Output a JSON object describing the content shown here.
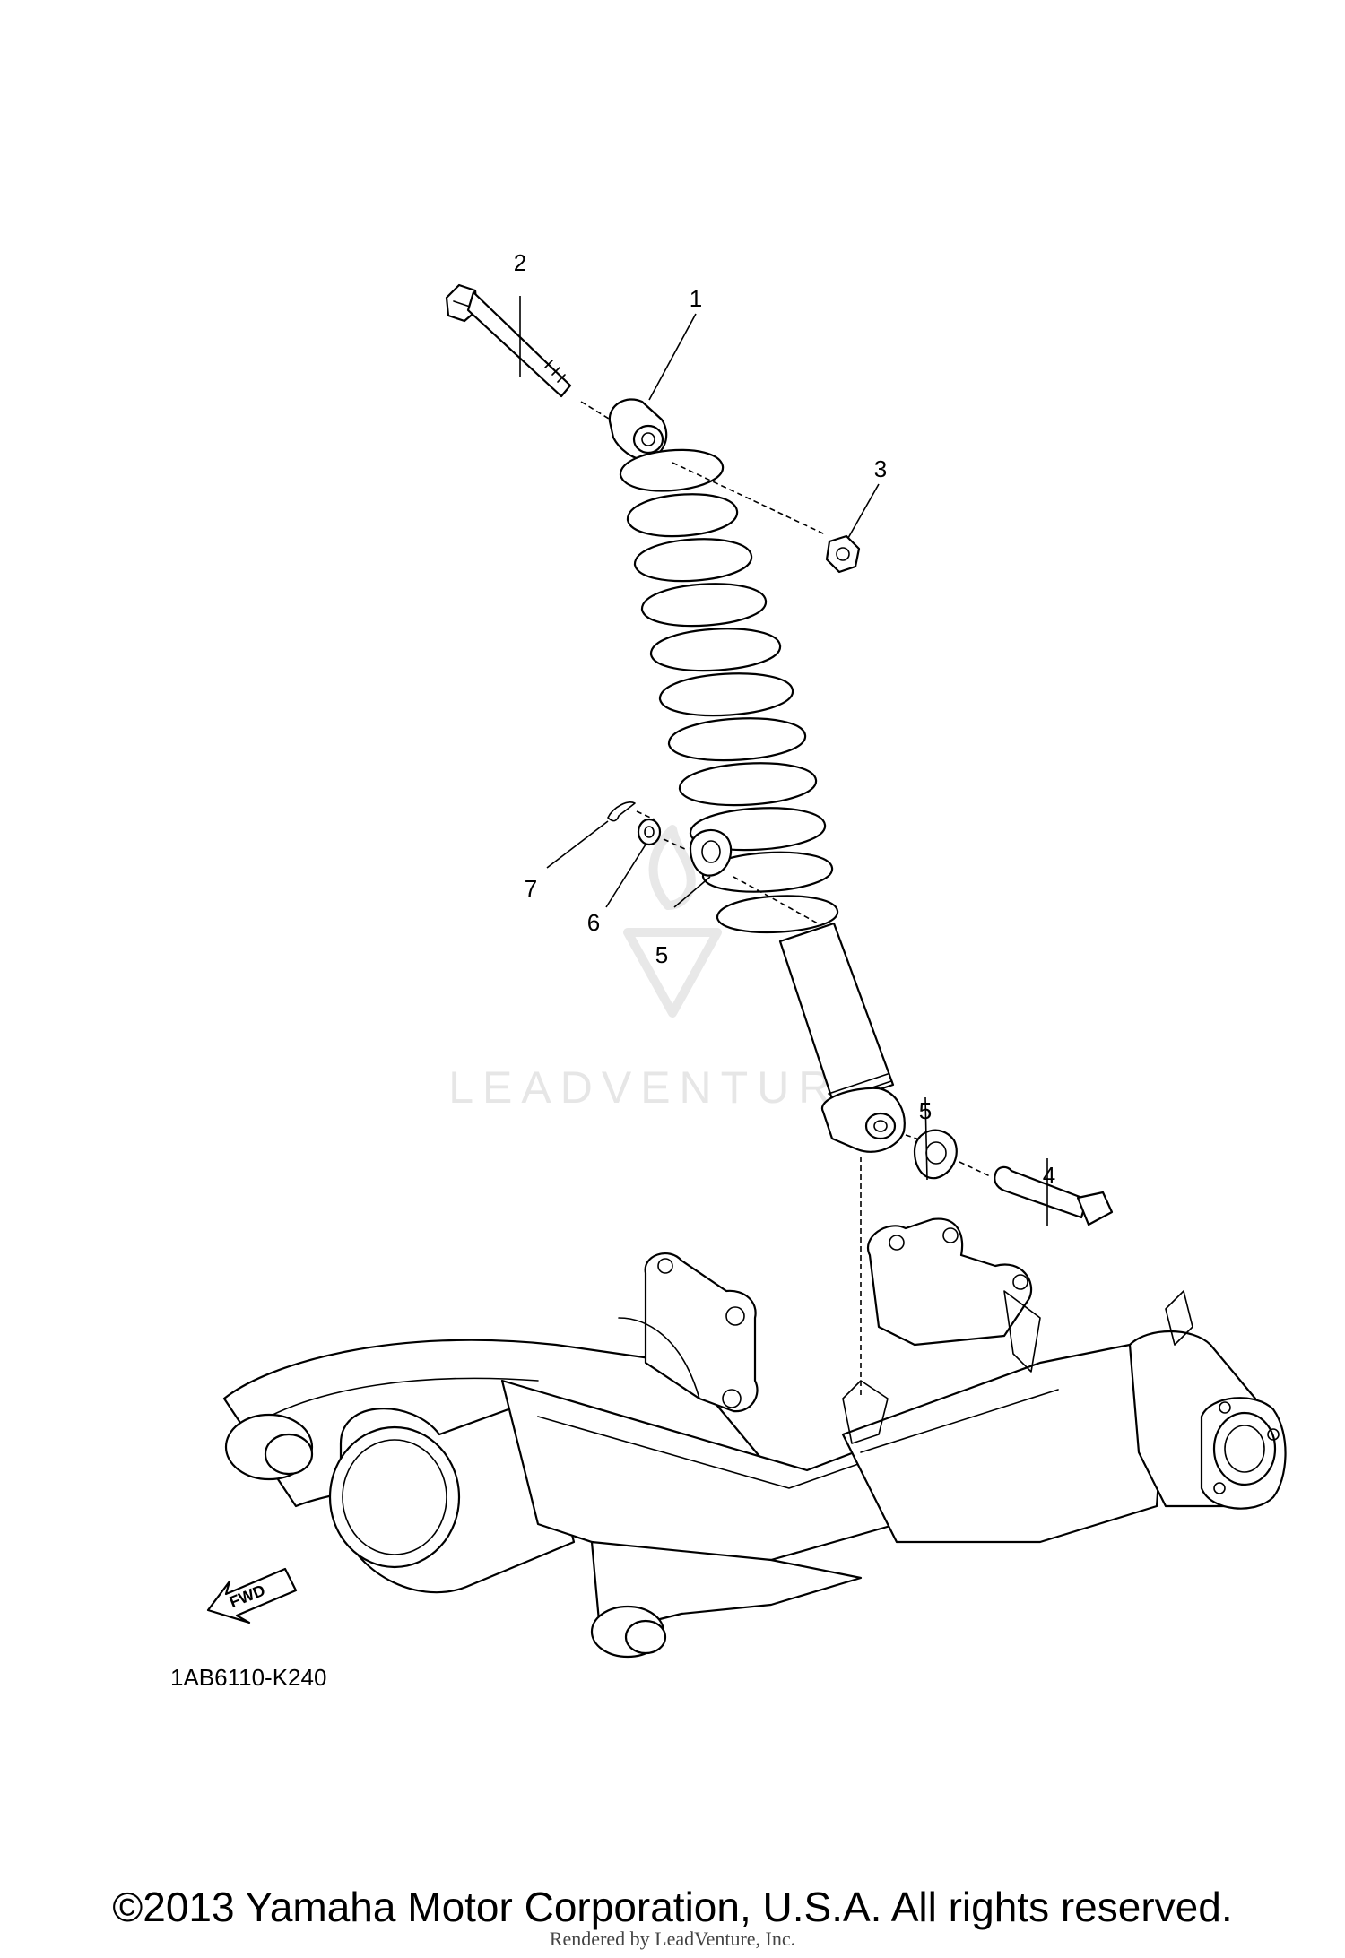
{
  "callouts": {
    "c1": "1",
    "c2": "2",
    "c3": "3",
    "c4": "4",
    "c5a": "5",
    "c5b": "5",
    "c6": "6",
    "c7": "7"
  },
  "fwd_label": "FWD",
  "watermark": "LEADVENTURE",
  "diagram_code": "1AB6110-K240",
  "copyright": "©2013 Yamaha Motor Corporation, U.S.A. All rights reserved.",
  "rendered_by": "Rendered by LeadVenture, Inc.",
  "icons": {
    "fwd_arrow": "fwd-arrow-icon",
    "watermark_logo": "leadventure-logo-icon"
  }
}
